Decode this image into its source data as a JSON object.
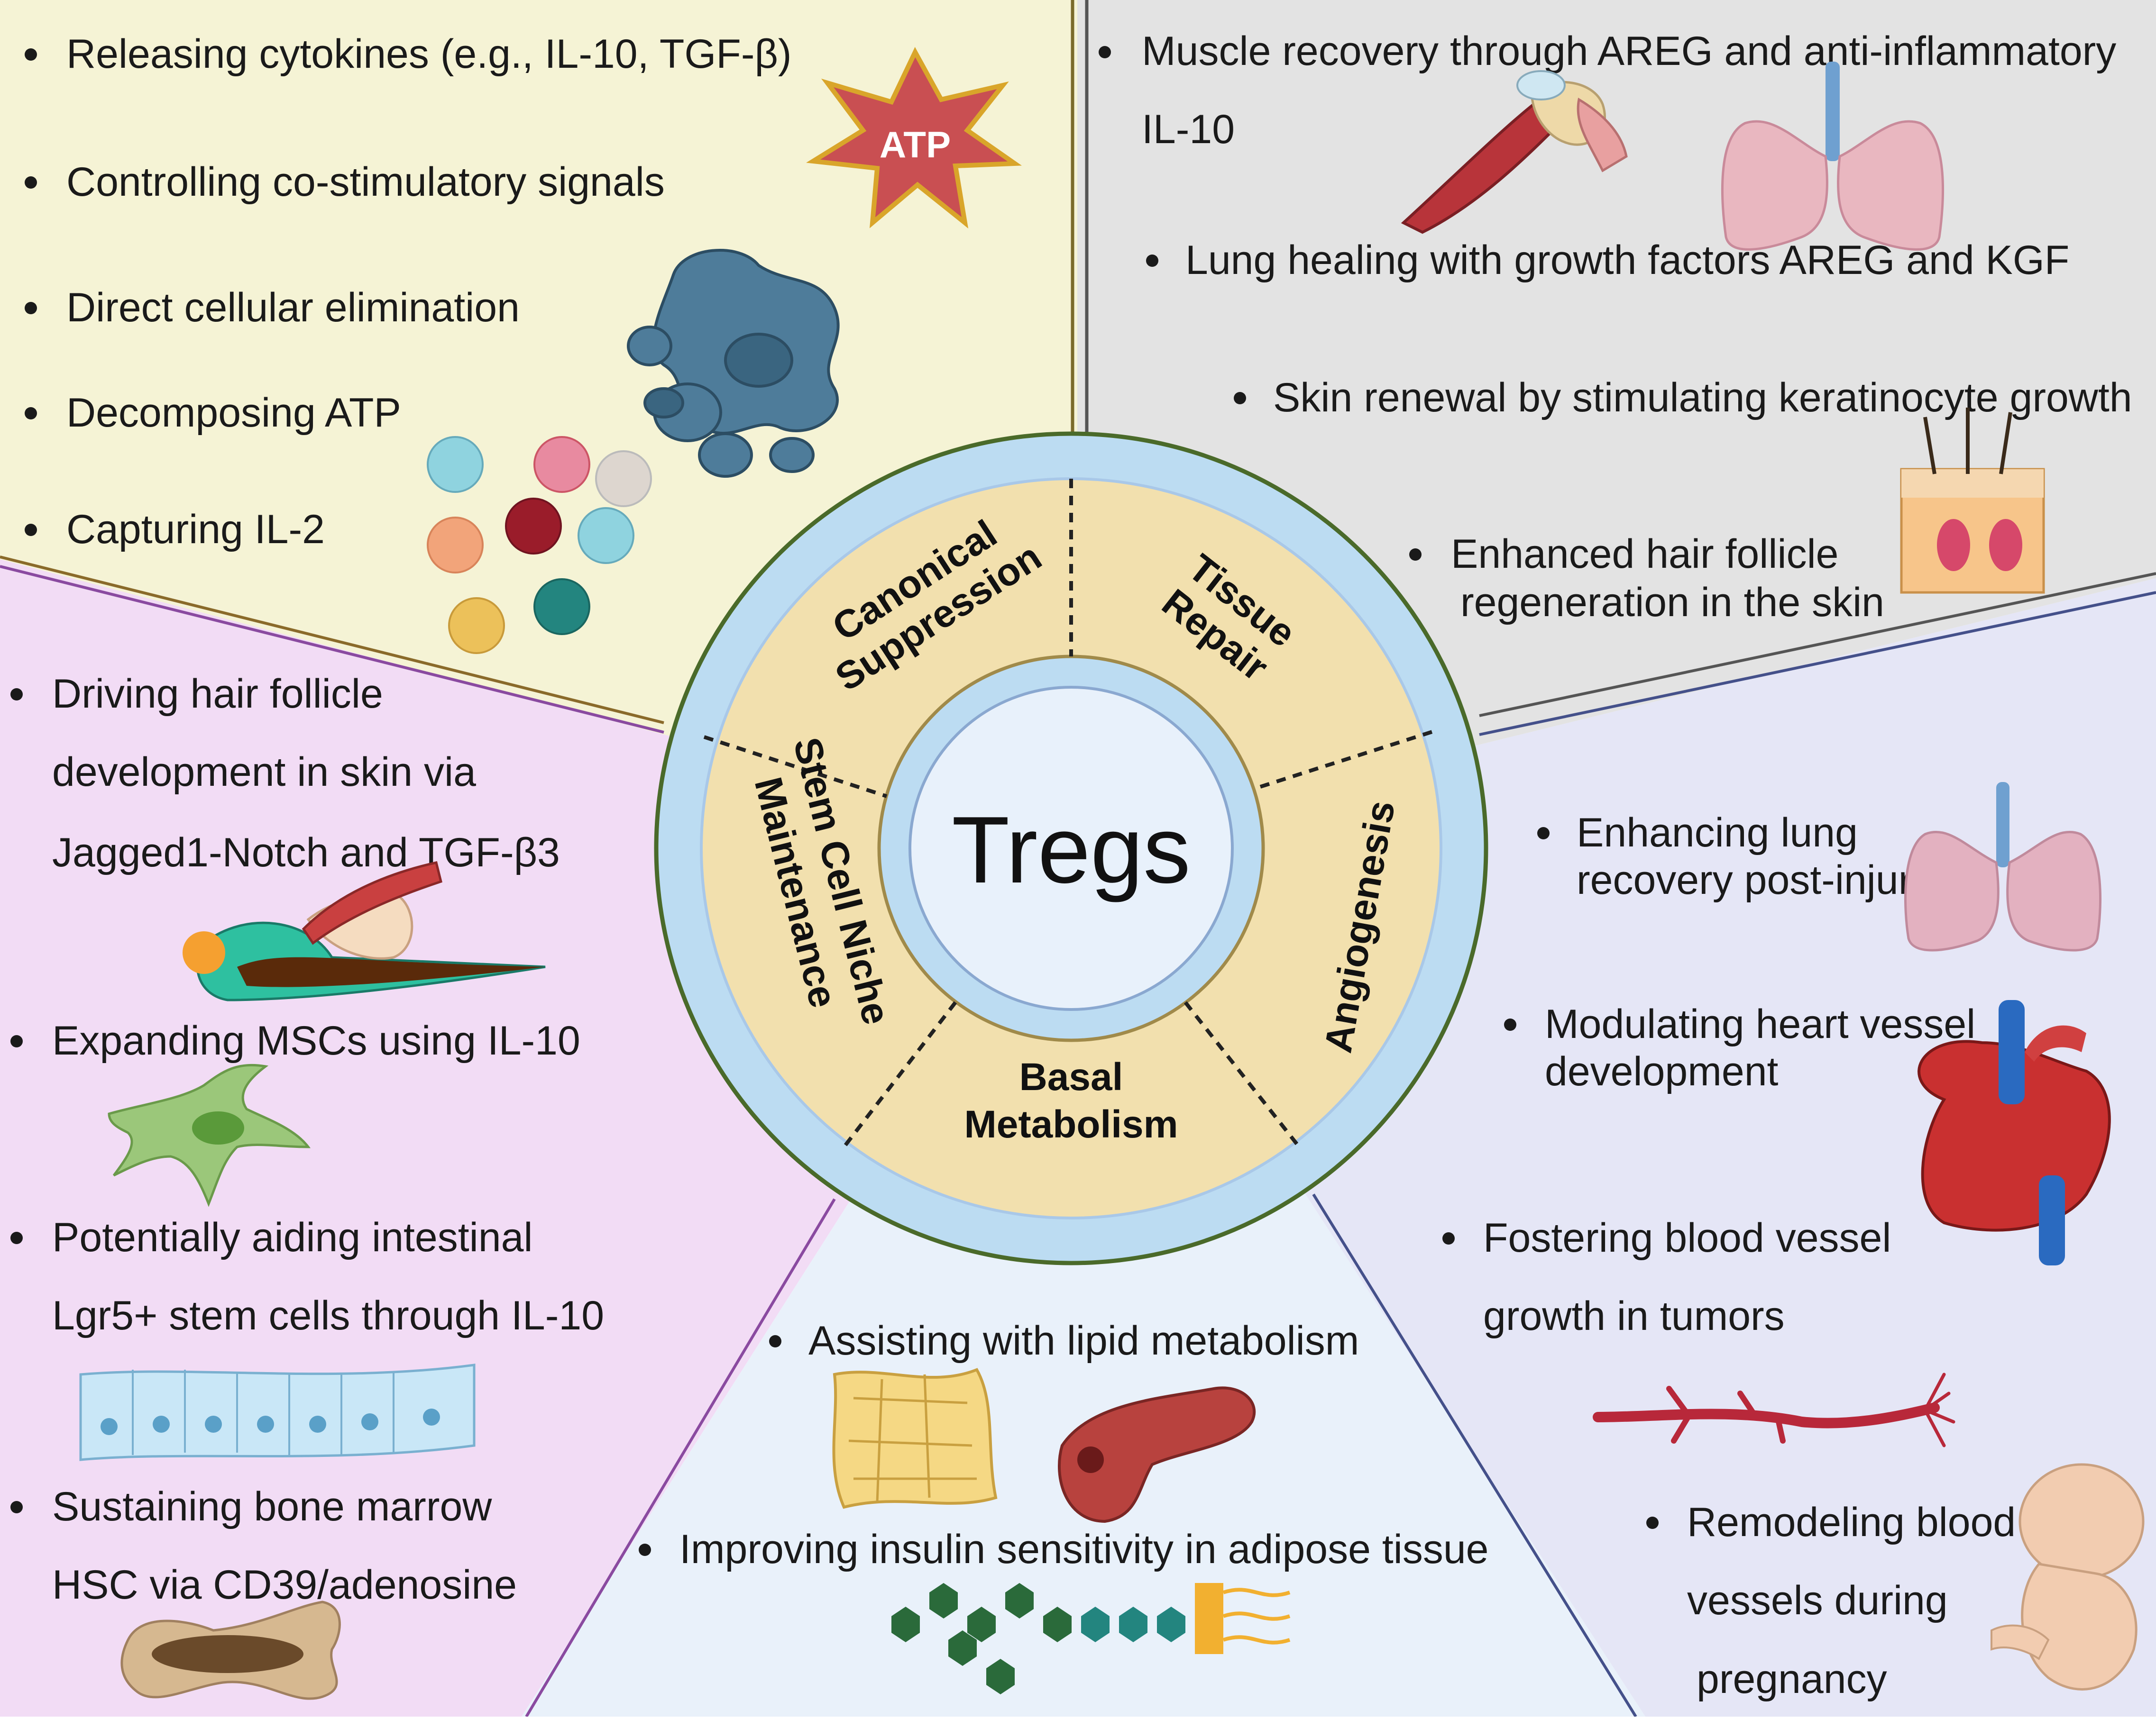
{
  "center_label": "Tregs",
  "colors": {
    "top_left": "#f5f3d5",
    "top_right": "#e3e3e3",
    "left": "#f2dcf5",
    "right": "#e5e6f6",
    "bottom": "#e9f1fa",
    "ring_outer": "#bcdcf2",
    "segment": "#f2e0ae",
    "accent_red": "#c94f52"
  },
  "segments": {
    "canonical": [
      "Canonical",
      "Suppression"
    ],
    "tissue": [
      "Tissue",
      "Repair"
    ],
    "angiogenesis": [
      "Angiogenesis"
    ],
    "basal": [
      "Basal",
      "Metabolism"
    ],
    "stemcell": [
      "Stem Cell Niche",
      "Maintenance"
    ]
  },
  "atp_badge": "ATP",
  "sections": {
    "canonical_suppression": [
      "Releasing  cytokines (e.g., IL-10, TGF-β)",
      "Controlling co-stimulatory signals",
      "Direct cellular elimination",
      "Decomposing ATP",
      "Capturing IL-2"
    ],
    "tissue_repair": {
      "muscle_1": "Muscle recovery through AREG and anti-inflammatory",
      "muscle_2": "IL-10",
      "lung": "Lung healing with growth factors AREG and KGF",
      "skin": "Skin renewal by stimulating keratinocyte growth",
      "hair_1": "Enhanced hair follicle",
      "hair_2": "regeneration in the skin"
    },
    "stem_cell": {
      "hair_1": "Driving hair follicle",
      "hair_2": "development in skin via",
      "hair_3": "Jagged1-Notch and TGF-β3",
      "msc": "Expanding MSCs using IL-10",
      "int_1": "Potentially aiding intestinal",
      "int_2": "Lgr5+ stem cells through IL-10",
      "hsc_1": "Sustaining bone marrow",
      "hsc_2": "HSC via CD39/adenosine"
    },
    "angiogenesis": {
      "lung_1": "Enhancing lung",
      "lung_2": "recovery post-injury",
      "heart_1": "Modulating heart vessel",
      "heart_2": "development",
      "tumor_1": "Fostering blood vessel",
      "tumor_2": "growth in tumors",
      "preg_1": "Remodeling blood",
      "preg_2": "vessels during",
      "preg_3": "pregnancy"
    },
    "basal_metabolism": {
      "lipid": "Assisting with lipid metabolism",
      "insulin": "Improving insulin sensitivity in adipose tissue"
    }
  }
}
